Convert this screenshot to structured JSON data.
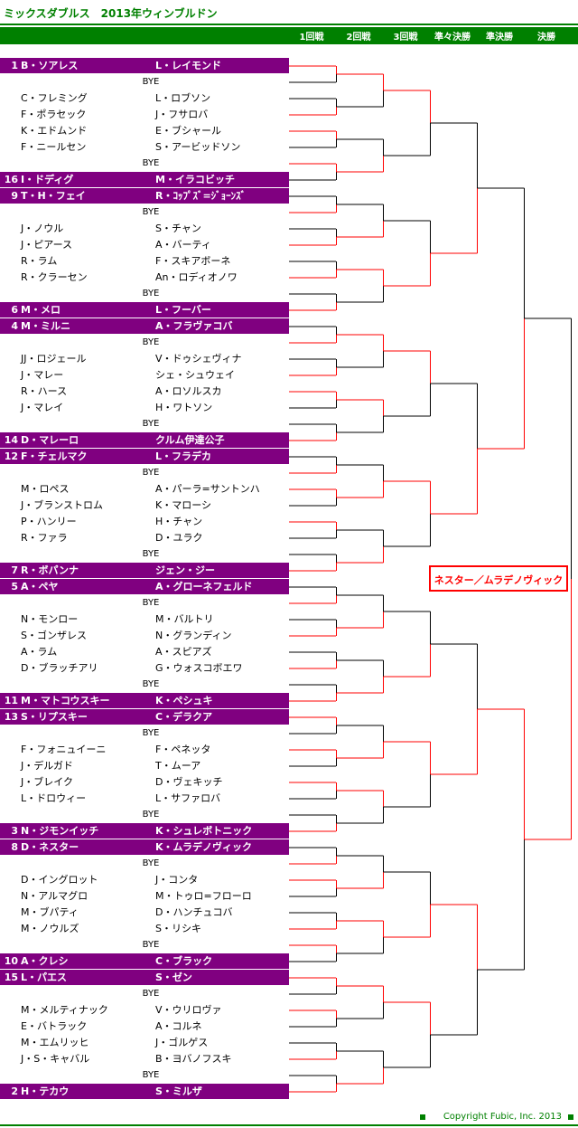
{
  "title": "ミックスダブルス　2013年ウィンブルドン",
  "rounds": [
    "1回戦",
    "2回戦",
    "3回戦",
    "準々決勝",
    "準決勝",
    "決勝"
  ],
  "bye_label": "BYE",
  "entries": [
    {
      "seed": "1",
      "p1": "B・ソアレス",
      "p2": "L・レイモンド"
    },
    {
      "bye": true
    },
    {
      "seed": "",
      "p1": "C・フレミング",
      "p2": "L・ロブソン"
    },
    {
      "seed": "",
      "p1": "F・ポラセック",
      "p2": "J・フサロバ"
    },
    {
      "seed": "",
      "p1": "K・エドムンド",
      "p2": "E・ブシャール"
    },
    {
      "seed": "",
      "p1": "F・ニールセン",
      "p2": "S・アービッドソン"
    },
    {
      "bye": true
    },
    {
      "seed": "16",
      "p1": "I・ドディグ",
      "p2": "M・イラコビッチ"
    },
    {
      "seed": "9",
      "p1": "T・H・フェイ",
      "p2": "R・ｺｯﾌﾟｽﾞ=ｼﾞｮｰﾝｽﾞ"
    },
    {
      "bye": true
    },
    {
      "seed": "",
      "p1": "J・ノウル",
      "p2": "S・チャン"
    },
    {
      "seed": "",
      "p1": "J・ピアース",
      "p2": "A・バーティ"
    },
    {
      "seed": "",
      "p1": "R・ラム",
      "p2": "F・スキアボーネ"
    },
    {
      "seed": "",
      "p1": "R・クラーセン",
      "p2": "An・ロディオノワ"
    },
    {
      "bye": true
    },
    {
      "seed": "6",
      "p1": "M・メロ",
      "p2": "L・フーバー"
    },
    {
      "seed": "4",
      "p1": "M・ミルニ",
      "p2": "A・フラヴァコバ"
    },
    {
      "bye": true
    },
    {
      "seed": "",
      "p1": "JJ・ロジェール",
      "p2": "V・ドゥシェヴィナ"
    },
    {
      "seed": "",
      "p1": "J・マレー",
      "p2": "シェ・シュウェイ"
    },
    {
      "seed": "",
      "p1": "R・ハース",
      "p2": "A・ロソルスカ"
    },
    {
      "seed": "",
      "p1": "J・マレイ",
      "p2": "H・ワトソン"
    },
    {
      "bye": true
    },
    {
      "seed": "14",
      "p1": "D・マレーロ",
      "p2": "クルム伊達公子"
    },
    {
      "seed": "12",
      "p1": "F・チェルマク",
      "p2": "L・フラデカ"
    },
    {
      "bye": true
    },
    {
      "seed": "",
      "p1": "M・ロペス",
      "p2": "A・パーラ=サントンハ"
    },
    {
      "seed": "",
      "p1": "J・ブランストロム",
      "p2": "K・マローシ"
    },
    {
      "seed": "",
      "p1": "P・ハンリー",
      "p2": "H・チャン"
    },
    {
      "seed": "",
      "p1": "R・ファラ",
      "p2": "D・ユラク"
    },
    {
      "bye": true
    },
    {
      "seed": "7",
      "p1": "R・ボパンナ",
      "p2": "ジェン・ジー"
    },
    {
      "seed": "5",
      "p1": "A・ペヤ",
      "p2": "A・グローネフェルド"
    },
    {
      "bye": true
    },
    {
      "seed": "",
      "p1": "N・モンロー",
      "p2": "M・バルトリ"
    },
    {
      "seed": "",
      "p1": "S・ゴンザレス",
      "p2": "N・グランディン"
    },
    {
      "seed": "",
      "p1": "A・ラム",
      "p2": "A・スピアズ"
    },
    {
      "seed": "",
      "p1": "D・ブラッチアリ",
      "p2": "G・ウォスコボエワ"
    },
    {
      "bye": true
    },
    {
      "seed": "11",
      "p1": "M・マトコウスキー",
      "p2": "K・ペシュキ"
    },
    {
      "seed": "13",
      "p1": "S・リプスキー",
      "p2": "C・デラクア"
    },
    {
      "bye": true
    },
    {
      "seed": "",
      "p1": "F・フォニュイーニ",
      "p2": "F・ペネッタ"
    },
    {
      "seed": "",
      "p1": "J・デルガド",
      "p2": "T・ムーア"
    },
    {
      "seed": "",
      "p1": "J・ブレイク",
      "p2": "D・ヴェキッチ"
    },
    {
      "seed": "",
      "p1": "L・ドロウィー",
      "p2": "L・サファロバ"
    },
    {
      "bye": true
    },
    {
      "seed": "3",
      "p1": "N・ジモンイッチ",
      "p2": "K・シュレボトニック"
    },
    {
      "seed": "8",
      "p1": "D・ネスター",
      "p2": "K・ムラデノヴィック"
    },
    {
      "bye": true
    },
    {
      "seed": "",
      "p1": "D・イングロット",
      "p2": "J・コンタ"
    },
    {
      "seed": "",
      "p1": "N・アルマグロ",
      "p2": "M・トゥロ=フローロ"
    },
    {
      "seed": "",
      "p1": "M・ブパティ",
      "p2": "D・ハンチュコバ"
    },
    {
      "seed": "",
      "p1": "M・ノウルズ",
      "p2": "S・リシキ"
    },
    {
      "bye": true
    },
    {
      "seed": "10",
      "p1": "A・クレシ",
      "p2": "C・ブラック"
    },
    {
      "seed": "15",
      "p1": "L・パエス",
      "p2": "S・ゼン"
    },
    {
      "bye": true
    },
    {
      "seed": "",
      "p1": "M・メルティナック",
      "p2": "V・ウリロヴァ"
    },
    {
      "seed": "",
      "p1": "E・バトラック",
      "p2": "A・コルネ"
    },
    {
      "seed": "",
      "p1": "M・エムリッヒ",
      "p2": "J・ゴルゲス"
    },
    {
      "seed": "",
      "p1": "J・S・キャバル",
      "p2": "B・ヨバノフスキ"
    },
    {
      "bye": true
    },
    {
      "seed": "2",
      "p1": "H・テカウ",
      "p2": "S・ミルザ"
    }
  ],
  "bracket": {
    "r1_winners": [
      0,
      1,
      0,
      0,
      1,
      1,
      1,
      1,
      1,
      1,
      0,
      1,
      1,
      0,
      0,
      1,
      1,
      1,
      1,
      1,
      0,
      0,
      0,
      1,
      1,
      0,
      1,
      0,
      0,
      0,
      1,
      1
    ],
    "r2_winners": [
      0,
      1,
      1,
      0,
      0,
      0,
      1,
      1,
      1,
      1,
      1,
      0,
      1,
      0,
      0,
      1
    ],
    "r3_winners": [
      0,
      1,
      0,
      0,
      1,
      0,
      1,
      0
    ],
    "qf_winners": [
      1,
      1,
      1,
      0
    ],
    "sf_winners": [
      1,
      0
    ],
    "final_winner": 1
  },
  "colors": {
    "accent_green": "#008000",
    "seed_purple": "#800080",
    "winner_red": "#ff0000",
    "bracket_black": "#000000"
  },
  "champion": "ネスター／ムラデノヴィック",
  "copyright": "Copyright  Fubic, Inc. 2013"
}
